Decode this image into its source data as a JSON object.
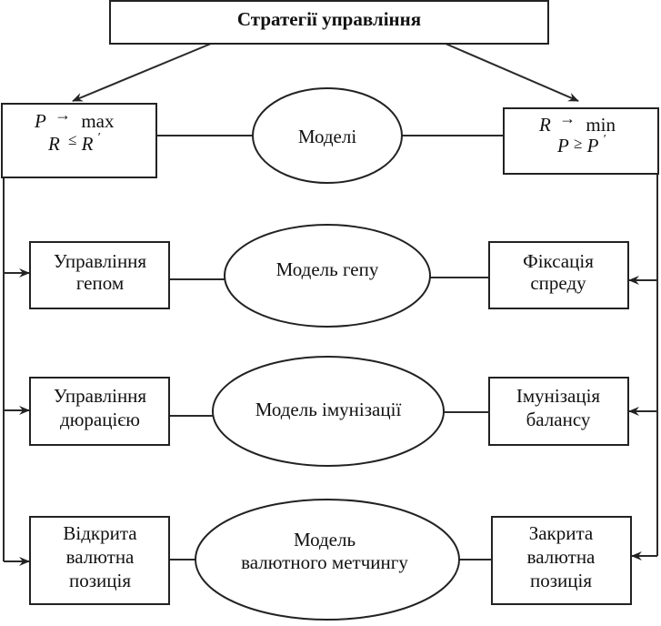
{
  "title": "Стратегії управління",
  "left_goal": {
    "line1_var": "P",
    "line1_op": "→",
    "line1_target": "max",
    "line2_var": "R",
    "line2_op": "≤",
    "line2_bound": "R",
    "line2_mark": "′"
  },
  "right_goal": {
    "line1_var": "R",
    "line1_op": "→",
    "line1_target": "min",
    "line2_var": "P",
    "line2_op": "≥",
    "line2_bound": "P",
    "line2_mark": "′"
  },
  "center_models": "Моделі",
  "rows": [
    {
      "left": [
        "Управління",
        "гепом"
      ],
      "model": [
        "Модель гепу"
      ],
      "right": [
        "Фіксація",
        "спреду"
      ]
    },
    {
      "left": [
        "Управління",
        "дюрацією"
      ],
      "model": [
        "Модель імунізації"
      ],
      "right": [
        "Імунізація",
        "балансу"
      ]
    },
    {
      "left": [
        "Відкрита",
        "валютна",
        "позиція"
      ],
      "model": [
        "Модель",
        "валютного метчингу"
      ],
      "right": [
        "Закрита",
        "валютна",
        "позиція"
      ]
    }
  ]
}
